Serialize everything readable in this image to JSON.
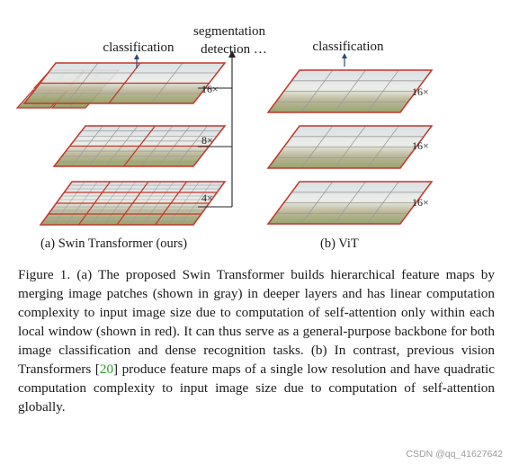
{
  "swin": {
    "top_label": "classification",
    "side_label_line1": "segmentation",
    "side_label_line2": "detection …",
    "scales": [
      "16×",
      "8×",
      "4×"
    ],
    "caption": "(a) Swin Transformer (ours)"
  },
  "vit": {
    "top_label": "classification",
    "scales": [
      "16×",
      "16×",
      "16×"
    ],
    "caption": "(b) ViT"
  },
  "colors": {
    "window": "#c0392b",
    "patch": "#9a9a9a",
    "arrow": "#2b4a7a",
    "connector": "#222222",
    "citation": "#27a12a"
  },
  "figure_caption": {
    "part1": "Figure 1. (a) The proposed Swin Transformer builds hierarchical feature maps by merging image patches (shown in gray) in deeper layers and has linear computation complexity to input image size due to computation of self-attention only within each local window (shown in red). It can thus serve as a general-purpose backbone for both image classification and dense recognition tasks. (b) In contrast, previous vision Transformers ",
    "ref_open": "[",
    "ref": "20",
    "ref_close": "]",
    "part2": " produce feature maps of a single low resolution and have quadratic computation complexity to input image size due to computation of self-attention globally."
  },
  "watermark": "CSDN @qq_41627642"
}
